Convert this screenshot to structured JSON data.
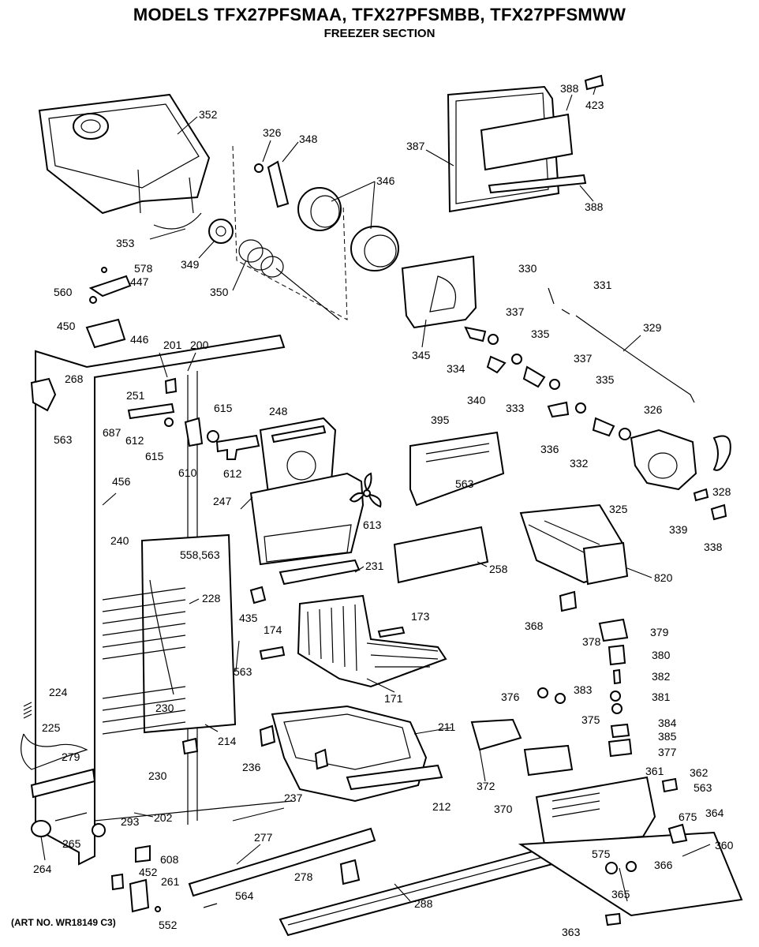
{
  "title": "MODELS TFX27PFSMAA, TFX27PFSMBB, TFX27PFSMWW",
  "subtitle": "FREEZER SECTION",
  "art_number": "(ART NO. WR18149 C3)",
  "labels": {
    "p352": "352",
    "p326a": "326",
    "p348": "348",
    "p346": "346",
    "p353": "353",
    "p349": "349",
    "p350": "350",
    "p578": "578",
    "p447": "447",
    "p560": "560",
    "p450": "450",
    "p446": "446",
    "p388a": "388",
    "p423": "423",
    "p387": "387",
    "p388b": "388",
    "p330": "330",
    "p331": "331",
    "p329": "329",
    "p337a": "337",
    "p335a": "335",
    "p345": "345",
    "p334": "334",
    "p340": "340",
    "p333": "333",
    "p337b": "337",
    "p335b": "335",
    "p326b": "326",
    "p336": "336",
    "p332": "332",
    "p325": "325",
    "p328": "328",
    "p339": "339",
    "p338": "338",
    "p201": "201",
    "p200": "200",
    "p268": "268",
    "p563a": "563",
    "p251": "251",
    "p687": "687",
    "p612a": "612",
    "p615a": "615",
    "p615b": "615",
    "p610": "610",
    "p612b": "612",
    "p248": "248",
    "p395": "395",
    "p563b": "563",
    "p456": "456",
    "p247": "247",
    "p613": "613",
    "p240": "240",
    "p558": "558,563",
    "p228": "228",
    "p231": "231",
    "p258": "258",
    "p820": "820",
    "p435": "435",
    "p174": "174",
    "p563c": "563",
    "p173": "173",
    "p368": "368",
    "p378": "378",
    "p379": "379",
    "p380": "380",
    "p382": "382",
    "p224": "224",
    "p230a": "230",
    "p171": "171",
    "p376": "376",
    "p375": "375",
    "p383": "383",
    "p381": "381",
    "p225": "225",
    "p214": "214",
    "p211": "211",
    "p384": "384",
    "p385": "385",
    "p377": "377",
    "p279": "279",
    "p236": "236",
    "p230b": "230",
    "p372": "372",
    "p361": "361",
    "p362": "362",
    "p563d": "563",
    "p237": "237",
    "p212": "212",
    "p370": "370",
    "p675": "675",
    "p364": "364",
    "p202": "202",
    "p293": "293",
    "p265": "265",
    "p277": "277",
    "p264": "264",
    "p608": "608",
    "p575": "575",
    "p360": "360",
    "p452": "452",
    "p261": "261",
    "p278": "278",
    "p366": "366",
    "p564": "564",
    "p365": "365",
    "p552": "552",
    "p288": "288",
    "p363": "363"
  }
}
